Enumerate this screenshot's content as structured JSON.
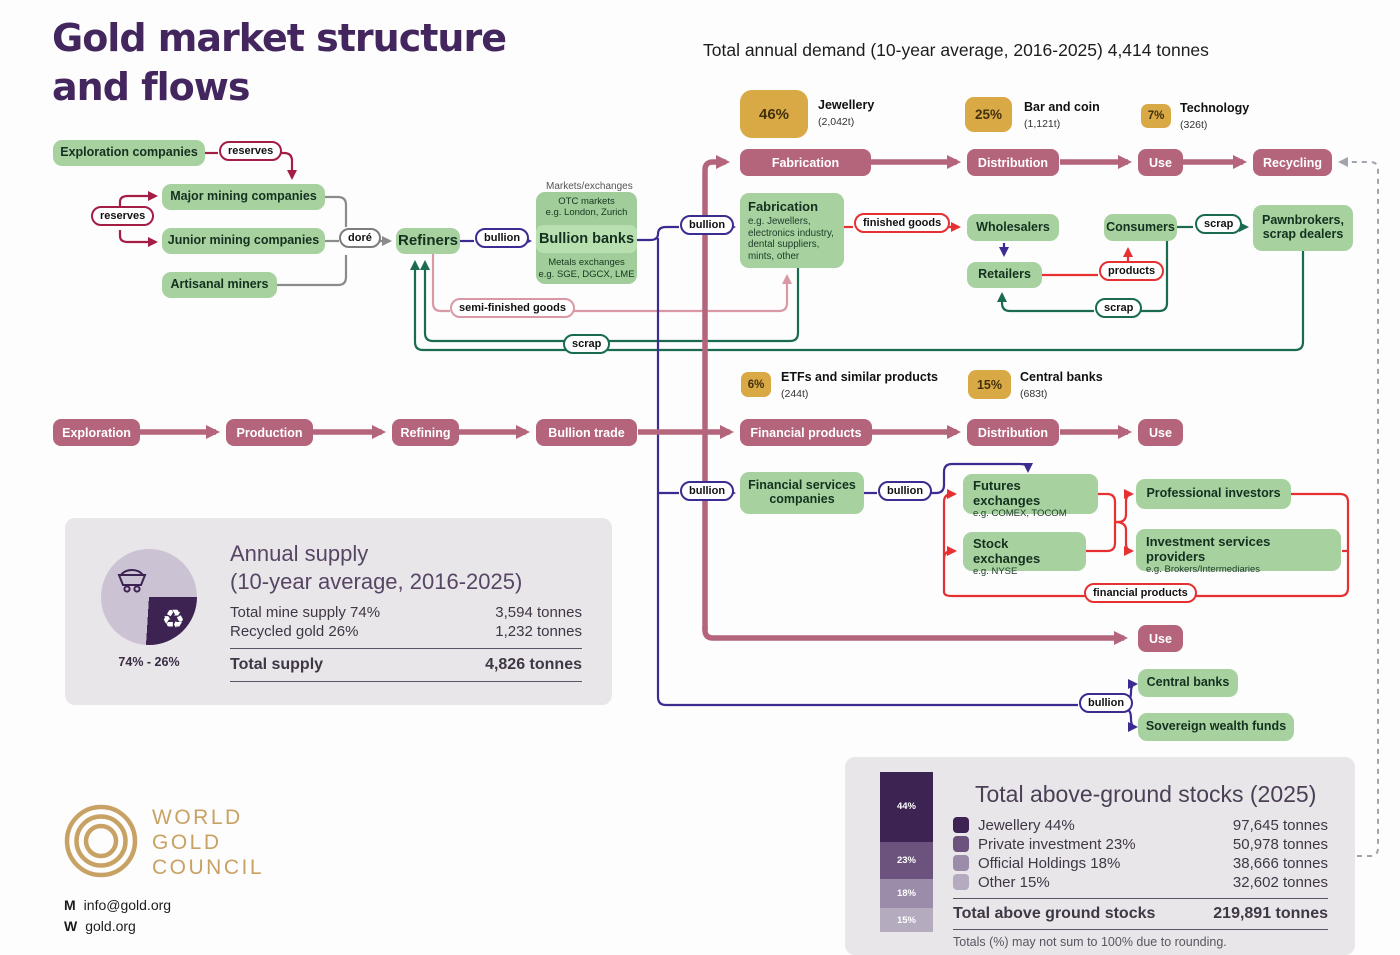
{
  "title": {
    "line1": "Gold market structure",
    "line2": "and flows"
  },
  "demand_title": "Total annual demand (10-year average, 2016-2025) 4,414 tonnes",
  "badges": {
    "jewellery": {
      "pct": "46%",
      "label": "Jewellery",
      "tonnes": "(2,042t)"
    },
    "bar_coin": {
      "pct": "25%",
      "label": "Bar and coin",
      "tonnes": "(1,121t)"
    },
    "technology": {
      "pct": "7%",
      "label": "Technology",
      "tonnes": "(326t)"
    },
    "etfs": {
      "pct": "6%",
      "label": "ETFs and similar products",
      "tonnes": "(244t)"
    },
    "central_banks": {
      "pct": "15%",
      "label": "Central banks",
      "tonnes": "(683t)"
    }
  },
  "chains": {
    "top": {
      "fabrication": "Fabrication",
      "distribution": "Distribution",
      "use": "Use",
      "recycling": "Recycling"
    },
    "bottom": {
      "exploration": "Exploration",
      "production": "Production",
      "refining": "Refining",
      "bullion_trade": "Bullion trade",
      "financial_products": "Financial products",
      "distribution": "Distribution",
      "use": "Use"
    },
    "use_financial": "Use"
  },
  "nodes": {
    "exploration_companies": "Exploration companies",
    "major_mining": "Major mining companies",
    "junior_mining": "Junior mining companies",
    "artisanal": "Artisanal miners",
    "refiners": "Refiners",
    "markets_exchanges_caption": "Markets/exchanges",
    "otc": "OTC markets",
    "otc_eg": "e.g. London, Zurich",
    "bullion_banks": "Bullion banks",
    "metals": "Metals exchanges",
    "metals_eg": "e.g. SGE, DGCX, LME",
    "fabrication": "Fabrication",
    "fabrication_eg": "e.g. Jewellers, electronics industry, dental suppliers, mints, other",
    "wholesalers": "Wholesalers",
    "retailers": "Retailers",
    "consumers": "Consumers",
    "pawnbrokers": "Pawnbrokers, scrap dealers",
    "financial_services": "Financial services companies",
    "futures": "Futures exchanges",
    "futures_eg": "e.g. COMEX, TOCOM",
    "stock": "Stock exchanges",
    "stock_eg": "e.g. NYSE",
    "professional": "Professional investors",
    "investment_providers": "Investment services providers",
    "investment_eg": "e.g. Brokers/Intermediaries",
    "central_banks": "Central banks",
    "swf": "Sovereign wealth funds"
  },
  "flow_labels": {
    "reserves": "reserves",
    "dore": "doré",
    "bullion": "bullion",
    "finished_goods": "finished goods",
    "semi_finished": "semi-finished goods",
    "scrap": "scrap",
    "products": "products",
    "financial_products": "financial products"
  },
  "supply_panel": {
    "title_line1": "Annual supply",
    "title_line2": "(10-year average, 2016-2025)",
    "pie_caption": "74% - 26%",
    "rows": [
      {
        "label": "Total mine supply 74%",
        "value": "3,594 tonnes"
      },
      {
        "label": "Recycled gold 26%",
        "value": "1,232 tonnes"
      }
    ],
    "total_label": "Total supply",
    "total_value": "4,826 tonnes"
  },
  "stocks_panel": {
    "title": "Total above-ground stocks (2025)",
    "bar_labels": [
      "44%",
      "23%",
      "18%",
      "15%"
    ],
    "legend": [
      {
        "label": "Jewellery 44%",
        "value": "97,645 tonnes",
        "color": "#3d2352"
      },
      {
        "label": "Private investment 23%",
        "value": "50,978 tonnes",
        "color": "#6b537d"
      },
      {
        "label": "Official Holdings 18%",
        "value": "38,666 tonnes",
        "color": "#9b8caa"
      },
      {
        "label": "Other 15%",
        "value": "32,602 tonnes",
        "color": "#b5abbe"
      }
    ],
    "total_label": "Total above ground stocks",
    "total_value": "219,891 tonnes",
    "note": "Totals (%) may not sum to 100% due to rounding."
  },
  "footer": {
    "logo_line1": "WORLD",
    "logo_line2": "GOLD",
    "logo_line3": "COUNCIL",
    "mail_prefix": "M",
    "mail": "info@gold.org",
    "web_prefix": "W",
    "web": "gold.org"
  },
  "colors": {
    "mauve": "#b4657c",
    "green_box": "#a7d2a0",
    "gold": "#d9a945",
    "purple_line": "#3a2c90",
    "green_line": "#1a6b50",
    "red_line": "#e63032",
    "pink_line": "#da98a4",
    "raspberry_line": "#a41d45",
    "dark_purple": "#3d2352",
    "panel_bg": "#e9e6ea",
    "logo_gold": "#c8a264",
    "title_purple": "#44265e"
  },
  "chart_data": [
    {
      "type": "pie",
      "title": "Annual supply (10-year average, 2016-2025)",
      "labels": [
        "Total mine supply",
        "Recycled gold"
      ],
      "values": [
        74,
        26
      ],
      "tonnes": [
        3594,
        1232
      ],
      "total_tonnes": 4826
    },
    {
      "type": "bar",
      "subtype": "stacked-percent",
      "title": "Total above-ground stocks (2025)",
      "categories": [
        "Jewellery",
        "Private investment",
        "Official Holdings",
        "Other"
      ],
      "values": [
        44,
        23,
        18,
        15
      ],
      "tonnes": [
        97645,
        50978,
        38666,
        32602
      ],
      "total_tonnes": 219891
    }
  ]
}
